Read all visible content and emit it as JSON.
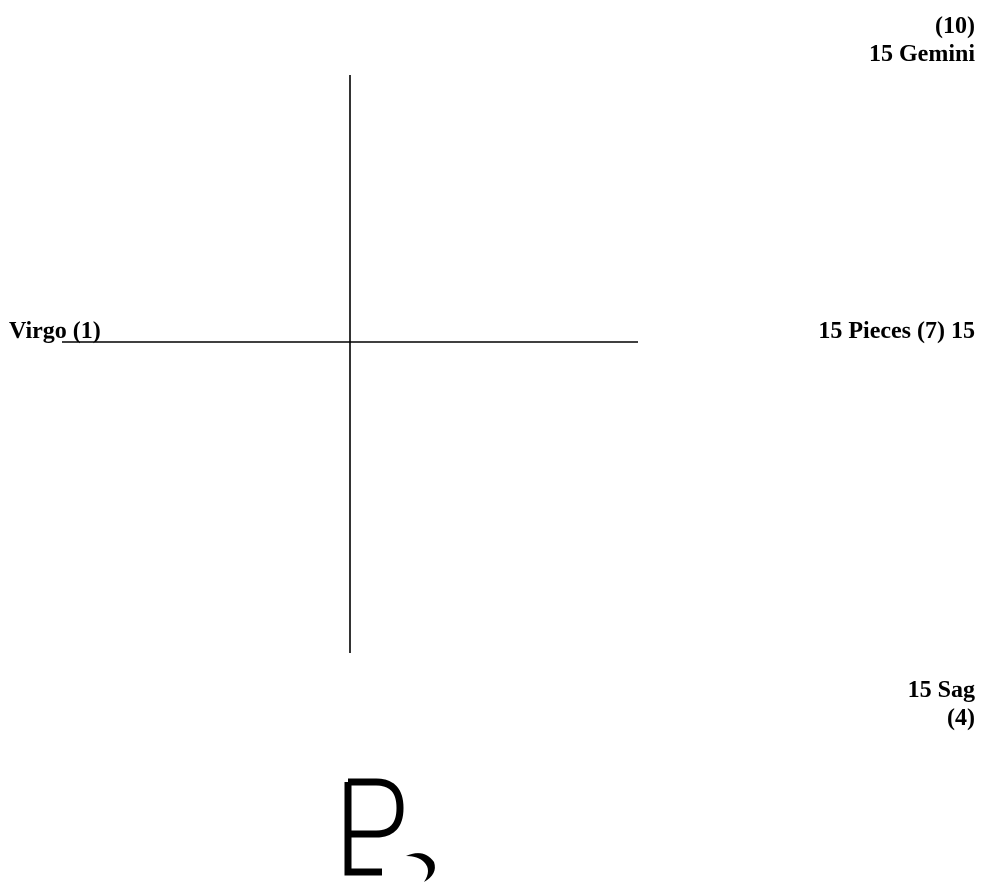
{
  "top_right": {
    "line1": "(10)",
    "line2": "15 Gemini"
  },
  "left_label": "Virgo  (1)",
  "mid_right": "15 Pieces (7)   15",
  "bottom_right": {
    "line1": "15 Sag",
    "line2": "(4)"
  },
  "glyph": {
    "icon": "pluto-moon-glyph",
    "color": "#000000"
  }
}
